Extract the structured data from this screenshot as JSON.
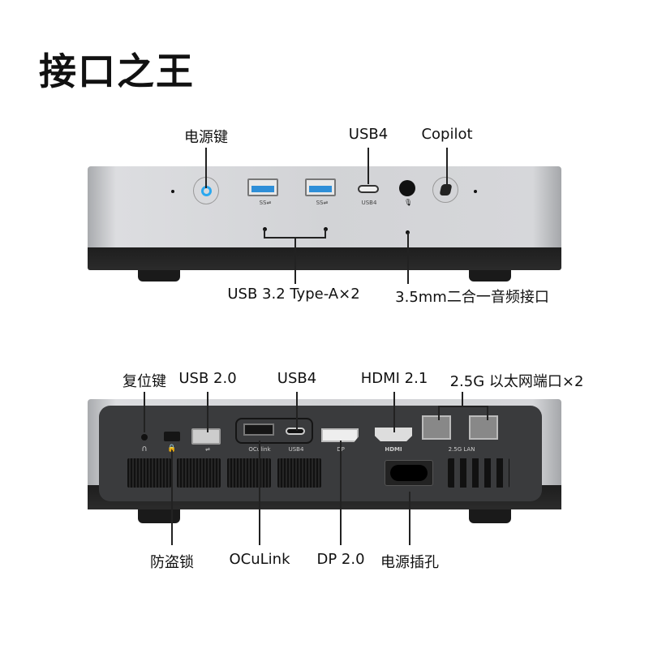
{
  "title": "接口之王",
  "front": {
    "labels": {
      "power_button": "电源键",
      "usb4": "USB4",
      "copilot": "Copilot",
      "usb_a": "USB 3.2 Type-A×2",
      "audio": "3.5mm二合一音频接口"
    },
    "markings": {
      "ss1": "SS⇌",
      "ss2": "SS⇌",
      "usb4": "USB4"
    }
  },
  "rear": {
    "labels": {
      "reset": "复位键",
      "usb2": "USB 2.0",
      "usb4": "USB4",
      "hdmi": "HDMI 2.1",
      "lan": "2.5G 以太网端口×2",
      "lock": "防盗锁",
      "oculink": "OCuLink",
      "dp": "DP 2.0",
      "power_jack": "电源插孔"
    },
    "markings": {
      "oculink": "OCulink",
      "usb4": "USB4",
      "dp": "DP",
      "hdmi": "HDMI",
      "lan": "2.5G LAN"
    }
  },
  "colors": {
    "accent_led": "#2aa8f0"
  }
}
